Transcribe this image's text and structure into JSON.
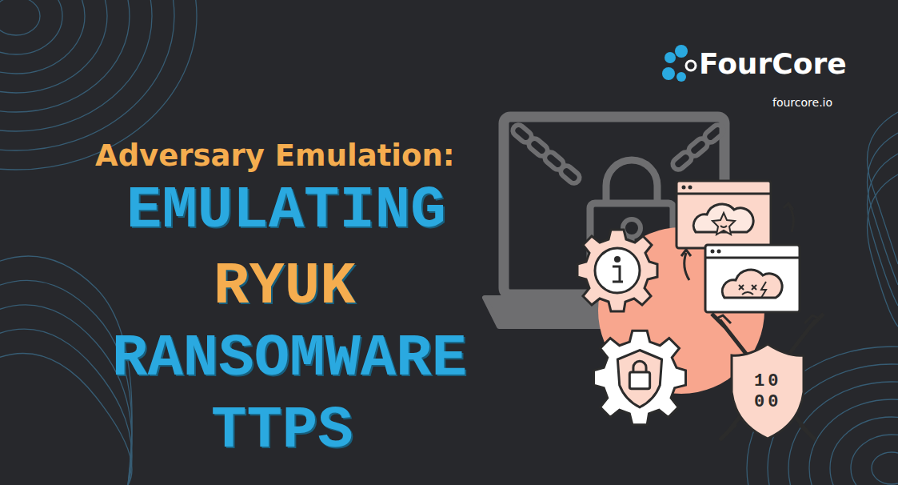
{
  "diagram": {
    "title": "Adversary Emulation:",
    "labels": [
      "EMULATING",
      "RYUK",
      "RANSOMWARE",
      "TTPS",
      "FourCore",
      "fourcore.io",
      "10",
      "00"
    ]
  }
}
